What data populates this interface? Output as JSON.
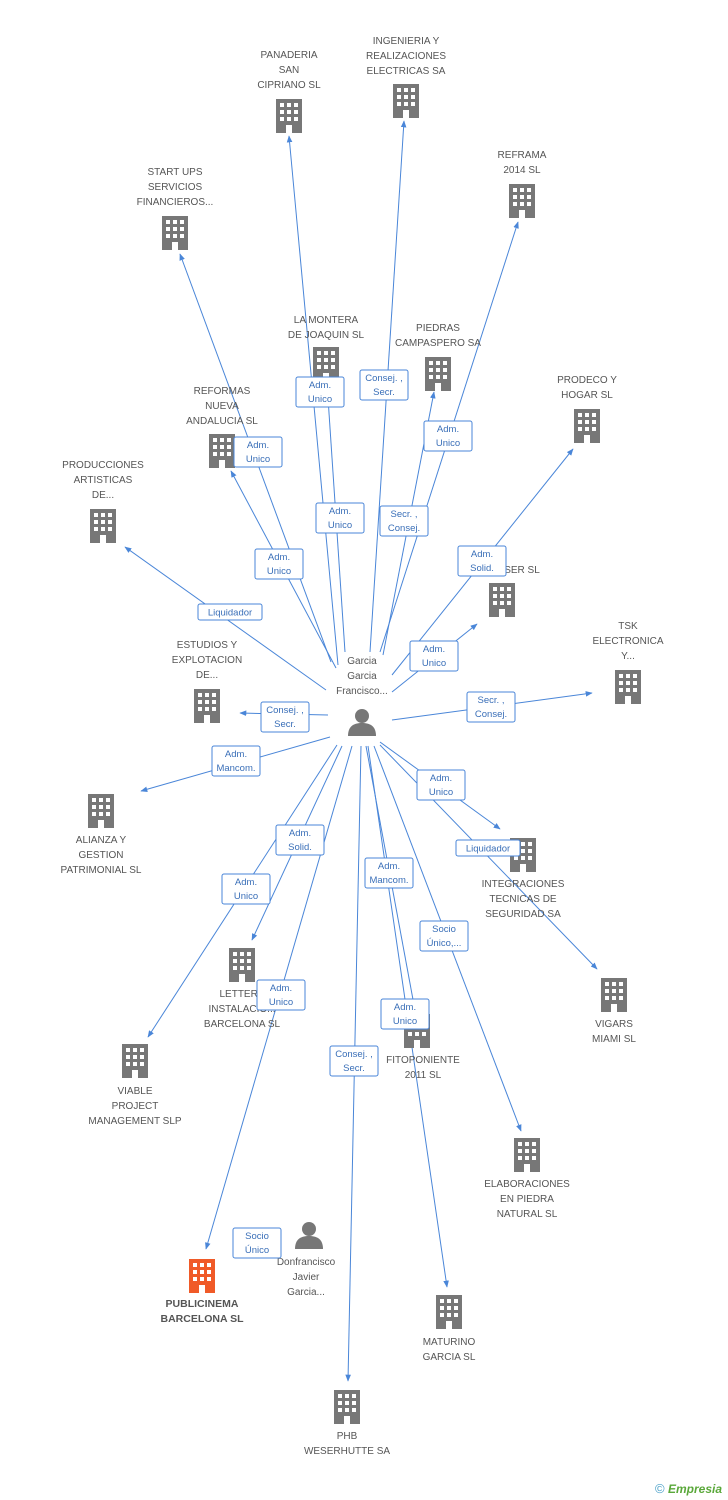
{
  "colors": {
    "edge": "#4a86d8",
    "label_text": "#3a6fb8",
    "building": "#777777",
    "highlight": "#f05a28",
    "person": "#777777"
  },
  "icons": {
    "company": "building-icon",
    "person": "person-icon"
  },
  "center": {
    "id": "center",
    "lines": [
      "Garcia",
      "Garcia",
      "Francisco..."
    ]
  },
  "nodes": [
    {
      "id": "panaderia",
      "lines": [
        "PANADERIA",
        "SAN",
        "CIPRIANO SL"
      ]
    },
    {
      "id": "ingenieria",
      "lines": [
        "INGENIERIA Y",
        "REALIZACIONES",
        "ELECTRICAS SA"
      ]
    },
    {
      "id": "reframa",
      "lines": [
        "REFRAMA",
        "2014  SL"
      ]
    },
    {
      "id": "startups",
      "lines": [
        "START UPS",
        "SERVICIOS",
        "FINANCIEROS..."
      ]
    },
    {
      "id": "lamontera",
      "lines": [
        "LA MONTERA",
        "DE JOAQUIN  SL"
      ]
    },
    {
      "id": "piedras",
      "lines": [
        "PIEDRAS",
        "CAMPASPERO SA"
      ]
    },
    {
      "id": "prodeco",
      "lines": [
        "PRODECO Y",
        "HOGAR SL"
      ]
    },
    {
      "id": "reformas",
      "lines": [
        "REFORMAS",
        "NUEVA",
        "ANDALUCIA SL"
      ]
    },
    {
      "id": "producciones",
      "lines": [
        "PRODUCCIONES",
        "ARTISTICAS",
        "DE..."
      ]
    },
    {
      "id": "ser",
      "lines": [
        "SER SL"
      ]
    },
    {
      "id": "tsk",
      "lines": [
        "TSK",
        "ELECTRONICA",
        "Y..."
      ]
    },
    {
      "id": "estudios",
      "lines": [
        "ESTUDIOS Y",
        "EXPLOTACION",
        "DE..."
      ]
    },
    {
      "id": "alianza",
      "lines": [
        "ALIANZA Y",
        "GESTION",
        "PATRIMONIAL SL"
      ]
    },
    {
      "id": "integraciones",
      "lines": [
        "INTEGRACIONES",
        "TECNICAS DE",
        "SEGURIDAD SA"
      ]
    },
    {
      "id": "letters",
      "lines": [
        "LETTERS",
        "INSTALACIO...",
        "BARCELONA  SL"
      ]
    },
    {
      "id": "vigars",
      "lines": [
        "VIGARS",
        "MIAMI SL"
      ]
    },
    {
      "id": "viable",
      "lines": [
        "VIABLE",
        "PROJECT",
        "MANAGEMENT SLP"
      ]
    },
    {
      "id": "fitoponiente",
      "lines": [
        "FITOPONIENTE",
        "2011 SL"
      ]
    },
    {
      "id": "elaboraciones",
      "lines": [
        "ELABORACIONES",
        "EN PIEDRA",
        "NATURAL SL"
      ]
    },
    {
      "id": "publicinema",
      "lines": [
        "PUBLICINEMA",
        "BARCELONA SL"
      ],
      "highlight": true
    },
    {
      "id": "donfrancisco",
      "lines": [
        "Donfrancisco",
        "Javier",
        "Garcia..."
      ],
      "person": true
    },
    {
      "id": "maturino",
      "lines": [
        "MATURINO",
        "GARCIA SL"
      ]
    },
    {
      "id": "phb",
      "lines": [
        "PHB",
        "WESERHUTTE SA"
      ]
    }
  ],
  "edges": [
    {
      "to": "panaderia",
      "label": [
        "Adm.",
        "Unico"
      ]
    },
    {
      "to": "ingenieria",
      "label": [
        "Consej. ,",
        "Secr."
      ]
    },
    {
      "to": "reframa",
      "label": [
        "Adm.",
        "Unico"
      ]
    },
    {
      "to": "startups",
      "label": [
        "Adm.",
        "Unico"
      ]
    },
    {
      "to": "lamontera",
      "label": [
        "Adm.",
        "Unico"
      ]
    },
    {
      "to": "piedras",
      "label": [
        "Secr. ,",
        "Consej."
      ]
    },
    {
      "to": "prodeco",
      "label": [
        "Adm.",
        "Solid."
      ]
    },
    {
      "to": "reformas",
      "label": [
        "Adm.",
        "Unico"
      ]
    },
    {
      "to": "producciones",
      "label": [
        "Liquidador"
      ]
    },
    {
      "to": "ser",
      "label": [
        "Adm.",
        "Unico"
      ]
    },
    {
      "to": "tsk",
      "label": [
        "Secr. ,",
        "Consej."
      ]
    },
    {
      "to": "estudios",
      "label": [
        "Consej. ,",
        "Secr."
      ]
    },
    {
      "to": "alianza",
      "label": [
        "Adm.",
        "Mancom."
      ]
    },
    {
      "to": "integraciones",
      "label": [
        "Adm.",
        "Unico"
      ]
    },
    {
      "to": "vigars",
      "label": [
        "Liquidador"
      ]
    },
    {
      "to": "letters",
      "label": [
        "Adm.",
        "Solid."
      ]
    },
    {
      "to": "viable",
      "label": [
        "Adm.",
        "Unico"
      ]
    },
    {
      "to": "fitoponiente",
      "label": [
        "Adm.",
        "Mancom."
      ]
    },
    {
      "to": "maturino",
      "label": [
        "Adm.",
        "Unico"
      ]
    },
    {
      "to": "elaboraciones",
      "label": [
        "Socio",
        "Único,..."
      ]
    },
    {
      "to": "publicinema",
      "label": [
        "Adm.",
        "Unico"
      ]
    },
    {
      "to": "phb",
      "label": [
        "Consej. ,",
        "Secr."
      ]
    },
    {
      "to": "publicinema",
      "from": "donfrancisco",
      "label": [
        "Socio",
        "Único"
      ],
      "noline": true
    }
  ],
  "footer": {
    "copyright": "©",
    "brand": "Empresia"
  }
}
